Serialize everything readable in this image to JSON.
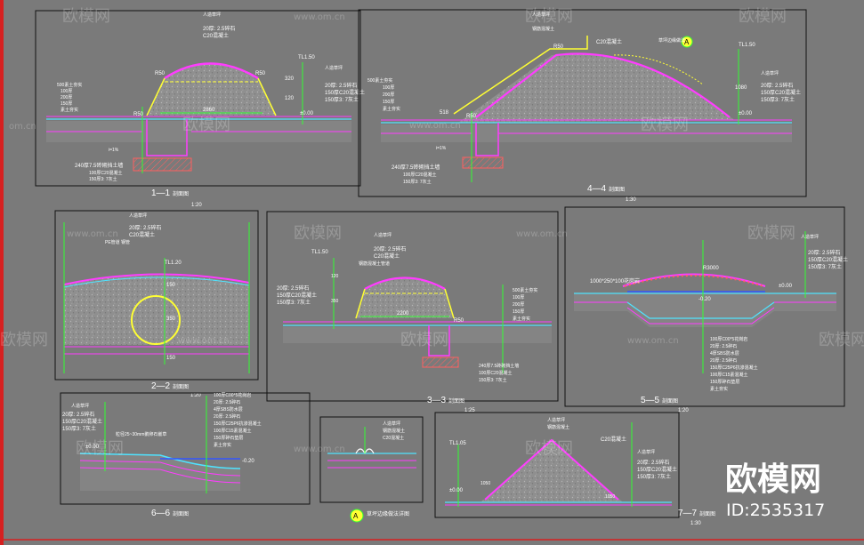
{
  "colors": {
    "background": "#7a7a7a",
    "frame": "#111111",
    "red_border": "#d62020",
    "magenta": "#ff3cff",
    "yellow": "#ffff33",
    "cyan": "#4fe3ff",
    "green": "#33ff33",
    "white": "#ffffff",
    "gravel": "#9a9a9a"
  },
  "watermark": {
    "brand": "欧模网",
    "domain": "www.om.cn",
    "domain_short": "om.cn",
    "id_label": "ID:2535317"
  },
  "sections": {
    "s1": {
      "title": "1—1",
      "title_suffix": "剖面图",
      "scale": "1:20",
      "notes_top": [
        "人造草坪",
        "20厚: 2.5碎石",
        "C20混凝土"
      ],
      "notes_left": [
        "500素土夯实",
        "100厚",
        "200厚",
        "150厚",
        "素土夯实"
      ],
      "notes_right": [
        "人造草坪",
        "20厚: 2.5碎石",
        "150厚C20混凝土",
        "150厚3: 7灰土"
      ],
      "notes_bottom": [
        "240厚7.5砖砌挡土墙",
        "100厚C20混凝土",
        "150厚3: 7灰土"
      ],
      "dims": {
        "r1": "R50",
        "r2": "R50",
        "r3": "R50",
        "width": "2860",
        "h1": "320",
        "h2": "120",
        "level_top": "TL1.50",
        "level_0": "±0.00",
        "slope": "i=1%"
      }
    },
    "s2": {
      "title": "2—2",
      "title_suffix": "剖面图",
      "scale": "1:20",
      "notes_top": [
        "人造草坪",
        "20厚: 2.5碎石",
        "C20混凝土",
        "PE管道 钢管"
      ],
      "dims": {
        "level_top": "TL1.20",
        "d1": "150",
        "d2": "350",
        "d3": "150"
      }
    },
    "s3": {
      "title": "3—3",
      "title_suffix": "剖面图",
      "scale": "1:25",
      "notes_top": [
        "人造草坪",
        "20厚: 2.5碎石",
        "C20混凝土",
        "钢筋混凝土管道"
      ],
      "notes_left": [
        "20厚: 2.5碎石",
        "150厚C20混凝土",
        "150厚3: 7灰土"
      ],
      "notes_right": [
        "500素土夯实",
        "100厚",
        "200厚",
        "150厚",
        "素土夯实"
      ],
      "notes_bottom": [
        "240厚7.5砖砌挡土墙",
        "100厚C20混凝土",
        "150厚3: 7灰土"
      ],
      "dims": {
        "level_top": "TL1.50",
        "width": "2200",
        "r": "R50",
        "h1": "120",
        "h2": "350"
      }
    },
    "s4": {
      "title": "4—4",
      "title_suffix": "剖面图",
      "scale": "1:30",
      "notes_top": [
        "人造草坪",
        "钢筋混凝土",
        "C20混凝土"
      ],
      "notes_left": [
        "500素土夯实",
        "100厚",
        "200厚",
        "150厚",
        "素土夯实"
      ],
      "notes_right": [
        "人造草坪",
        "20厚: 2.5碎石",
        "150厚C20混凝土",
        "150厚3: 7灰土"
      ],
      "notes_bottom": [
        "240厚7.5砖砌挡土墙",
        "100厚C20混凝土",
        "150厚3: 7灰土"
      ],
      "callout_note": "草坪边缘做法",
      "callout": "A",
      "dims": {
        "r1": "R50",
        "r2": "R50",
        "level_top": "TL1.50",
        "level_0": "±0.00",
        "h": "1080",
        "d": "518",
        "slope": "i=1%"
      }
    },
    "s5": {
      "title": "5—5",
      "title_suffix": "剖面图",
      "scale": "1:20",
      "notes_top": [
        "人造草坪",
        "20厚: 2.5碎石",
        "150厚C20混凝土",
        "150厚3: 7灰土"
      ],
      "notes_arc": [
        "1000*250*100花岗岩",
        "R3000"
      ],
      "notes_bottom": [
        "100厚C00*5花岗岩",
        "20厚: 2.5碎石",
        "4厚SBS防水层",
        "20厚: 2.5碎石",
        "150厚C25P6抗渗混凝土",
        "100厚C15素混凝土",
        "150厚碎石垫层",
        "素土夯实"
      ],
      "dims": {
        "level_0": "±0.00",
        "level_neg": "-0.20"
      }
    },
    "s6": {
      "title": "6—6",
      "title_suffix": "剖面图",
      "notes_left": [
        "人造草坪",
        "20厚: 2.5碎石",
        "150厚C20混凝土",
        "150厚3: 7灰土"
      ],
      "notes_center": [
        "粒径25~30mm鹅卵石嵌草"
      ],
      "notes_right": [
        "100厚C00*5花岗岩",
        "20厚: 2.5碎石",
        "4厚SBS防水层",
        "20厚: 2.5碎石",
        "150厚C25P6抗渗混凝土",
        "100厚C15素混凝土",
        "150厚碎石垫层",
        "素土夯实"
      ],
      "dims": {
        "level_0": "±0.00",
        "level_neg": "-0.20"
      }
    },
    "sa": {
      "title": "草坪边缘做法详图",
      "callout": "A",
      "notes": [
        "人造草坪",
        "钢筋混凝土",
        "C20混凝土"
      ]
    },
    "s7": {
      "title": "7—7",
      "title_suffix": "剖面图",
      "scale": "1:30",
      "notes_top": [
        "人造草坪",
        "钢筋混凝土",
        "C20混凝土"
      ],
      "notes_right": [
        "人造草坪",
        "20厚: 2.5碎石",
        "150厚C20混凝土",
        "150厚3: 7灰土"
      ],
      "dims": {
        "level_top": "TL1.05",
        "level_0": "±0.00",
        "d1": "1050",
        "d2": "1050"
      }
    }
  }
}
